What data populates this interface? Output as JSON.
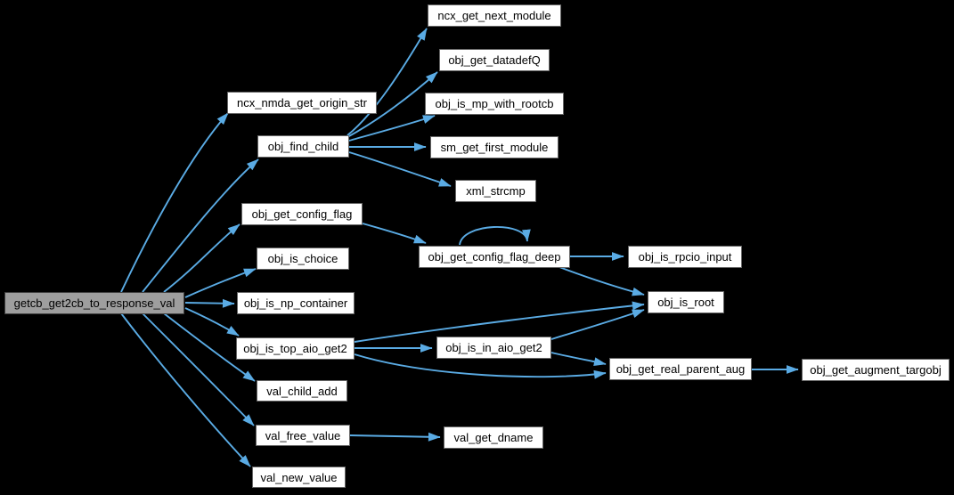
{
  "diagram": {
    "type": "call-graph",
    "root_function": "getcb_get2cb_to_response_val",
    "colors": {
      "background": "#000000",
      "edge": "#5aabe4",
      "node_fill": "#ffffff",
      "node_border": "#666666",
      "root_fill": "#9e9e9e",
      "root_border": "#404040",
      "text": "#000000"
    },
    "nodes": [
      {
        "id": "getcb_get2cb_to_response_val",
        "label": "getcb_get2cb_to_response_val"
      },
      {
        "id": "ncx_nmda_get_origin_str",
        "label": "ncx_nmda_get_origin_str"
      },
      {
        "id": "obj_find_child",
        "label": "obj_find_child"
      },
      {
        "id": "obj_get_config_flag",
        "label": "obj_get_config_flag"
      },
      {
        "id": "obj_is_choice",
        "label": "obj_is_choice"
      },
      {
        "id": "obj_is_np_container",
        "label": "obj_is_np_container"
      },
      {
        "id": "obj_is_top_aio_get2",
        "label": "obj_is_top_aio_get2"
      },
      {
        "id": "val_child_add",
        "label": "val_child_add"
      },
      {
        "id": "val_free_value",
        "label": "val_free_value"
      },
      {
        "id": "val_new_value",
        "label": "val_new_value"
      },
      {
        "id": "ncx_get_next_module",
        "label": "ncx_get_next_module"
      },
      {
        "id": "obj_get_datadefQ",
        "label": "obj_get_datadefQ"
      },
      {
        "id": "obj_is_mp_with_rootcb",
        "label": "obj_is_mp_with_rootcb"
      },
      {
        "id": "sm_get_first_module",
        "label": "sm_get_first_module"
      },
      {
        "id": "xml_strcmp",
        "label": "xml_strcmp"
      },
      {
        "id": "obj_get_config_flag_deep",
        "label": "obj_get_config_flag_deep"
      },
      {
        "id": "obj_is_rpcio_input",
        "label": "obj_is_rpcio_input"
      },
      {
        "id": "obj_is_root",
        "label": "obj_is_root"
      },
      {
        "id": "obj_is_in_aio_get2",
        "label": "obj_is_in_aio_get2"
      },
      {
        "id": "obj_get_real_parent_aug",
        "label": "obj_get_real_parent_aug"
      },
      {
        "id": "obj_get_augment_targobj",
        "label": "obj_get_augment_targobj"
      },
      {
        "id": "val_get_dname",
        "label": "val_get_dname"
      }
    ],
    "edges": [
      {
        "from": "getcb_get2cb_to_response_val",
        "to": "ncx_nmda_get_origin_str"
      },
      {
        "from": "getcb_get2cb_to_response_val",
        "to": "obj_find_child"
      },
      {
        "from": "getcb_get2cb_to_response_val",
        "to": "obj_get_config_flag"
      },
      {
        "from": "getcb_get2cb_to_response_val",
        "to": "obj_is_choice"
      },
      {
        "from": "getcb_get2cb_to_response_val",
        "to": "obj_is_np_container"
      },
      {
        "from": "getcb_get2cb_to_response_val",
        "to": "obj_is_top_aio_get2"
      },
      {
        "from": "getcb_get2cb_to_response_val",
        "to": "val_child_add"
      },
      {
        "from": "getcb_get2cb_to_response_val",
        "to": "val_free_value"
      },
      {
        "from": "getcb_get2cb_to_response_val",
        "to": "val_new_value"
      },
      {
        "from": "obj_find_child",
        "to": "ncx_get_next_module"
      },
      {
        "from": "obj_find_child",
        "to": "obj_get_datadefQ"
      },
      {
        "from": "obj_find_child",
        "to": "obj_is_mp_with_rootcb"
      },
      {
        "from": "obj_find_child",
        "to": "sm_get_first_module"
      },
      {
        "from": "obj_find_child",
        "to": "xml_strcmp"
      },
      {
        "from": "obj_get_config_flag",
        "to": "obj_get_config_flag_deep"
      },
      {
        "from": "obj_get_config_flag_deep",
        "to": "obj_get_config_flag_deep"
      },
      {
        "from": "obj_get_config_flag_deep",
        "to": "obj_is_rpcio_input"
      },
      {
        "from": "obj_get_config_flag_deep",
        "to": "obj_is_root"
      },
      {
        "from": "obj_is_top_aio_get2",
        "to": "obj_is_in_aio_get2"
      },
      {
        "from": "obj_is_top_aio_get2",
        "to": "obj_is_root"
      },
      {
        "from": "obj_is_top_aio_get2",
        "to": "obj_get_real_parent_aug"
      },
      {
        "from": "obj_is_in_aio_get2",
        "to": "obj_is_root"
      },
      {
        "from": "obj_is_in_aio_get2",
        "to": "obj_get_real_parent_aug"
      },
      {
        "from": "obj_get_real_parent_aug",
        "to": "obj_get_augment_targobj"
      },
      {
        "from": "val_free_value",
        "to": "val_get_dname"
      }
    ]
  }
}
